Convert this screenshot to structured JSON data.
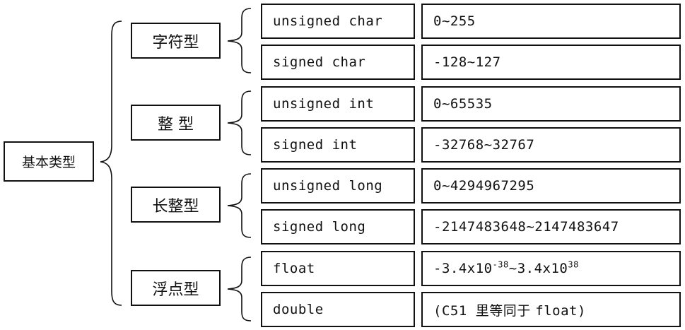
{
  "root": {
    "label": "基本类型"
  },
  "categories": [
    {
      "label": "字符型",
      "rows": [
        {
          "type": "unsigned char",
          "range": "0~255"
        },
        {
          "type": "signed char",
          "range": "-128~127"
        }
      ]
    },
    {
      "label": "整 型",
      "rows": [
        {
          "type": "unsigned int",
          "range": "0~65535"
        },
        {
          "type": "signed int",
          "range": "-32768~32767"
        }
      ]
    },
    {
      "label": "长整型",
      "rows": [
        {
          "type": "unsigned long",
          "range": "0~4294967295"
        },
        {
          "type": "signed long",
          "range": "-2147483648~2147483647"
        }
      ]
    },
    {
      "label": "浮点型",
      "rows": [
        {
          "type": "float",
          "range_parts": {
            "sign": "-3.4x10",
            "exp1": "-38",
            "mid": "~3.4x10",
            "exp2": "38"
          }
        },
        {
          "type": "double",
          "range_parts": {
            "open": "(C51 ",
            "note": "里等同于 ",
            "close": "float)"
          }
        }
      ]
    }
  ]
}
